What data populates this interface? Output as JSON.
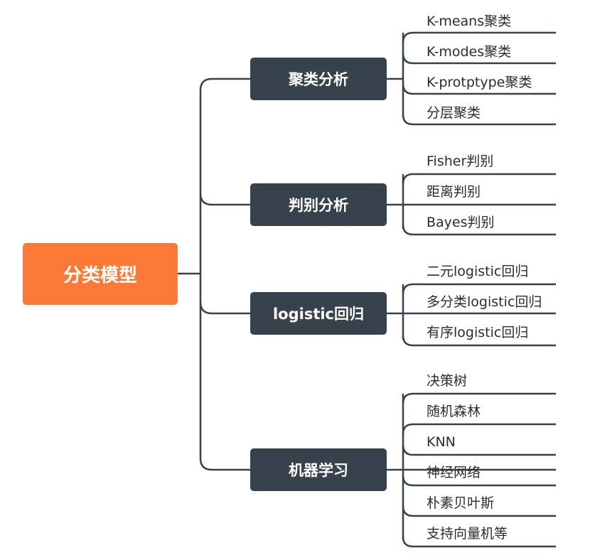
{
  "root": {
    "label": "分类模型"
  },
  "branches": [
    {
      "label": "聚类分析",
      "items": [
        "K-means聚类",
        "K-modes聚类",
        "K-protptype聚类",
        "分层聚类"
      ]
    },
    {
      "label": "判别分析",
      "items": [
        "Fisher判别",
        "距离判别",
        "Bayes判别"
      ]
    },
    {
      "label": "logistic回归",
      "items": [
        "二元logistic回归",
        "多分类logistic回归",
        "有序logistic回归"
      ]
    },
    {
      "label": "机器学习",
      "items": [
        "决策树",
        "随机森林",
        "KNN",
        "神经网络",
        "朴素贝叶斯",
        "支持向量机等"
      ]
    }
  ],
  "colors": {
    "root": "#fc7a37",
    "branch": "#38424c",
    "connector": "#38424c",
    "leaf_text": "#2c2c2c"
  }
}
